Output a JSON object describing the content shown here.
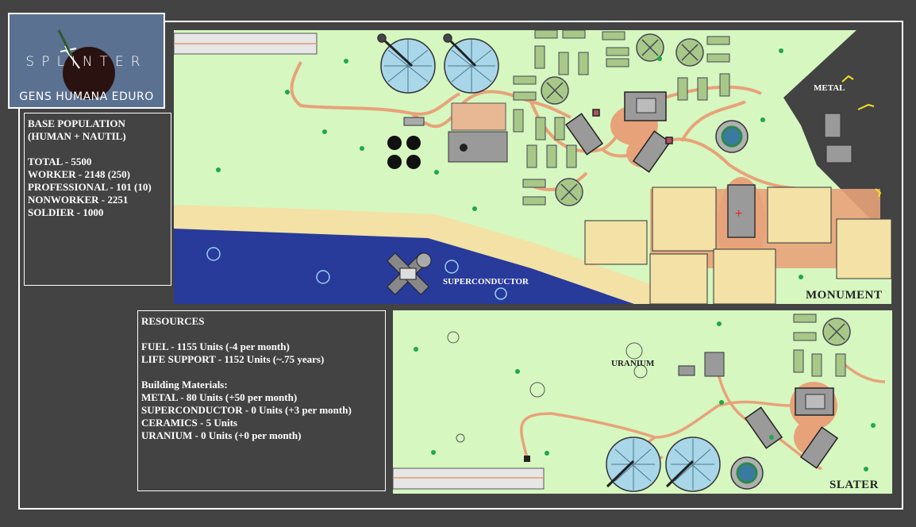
{
  "logo": {
    "title": "SPLINTER",
    "subtitle": "GENS HUMANA EDURO"
  },
  "population": {
    "heading": "BASE POPULATION",
    "subheading": "(HUMAN + NAUTIL)",
    "rows": [
      "TOTAL - 5500",
      "WORKER - 2148 (250)",
      "PROFESSIONAL - 101 (10)",
      "NONWORKER - 2251",
      "SOLDIER - 1000"
    ]
  },
  "resources": {
    "heading": "RESOURCES",
    "fuel": "FUEL - 1155 Units (-4 per month)",
    "life_support": "LIFE SUPPORT - 1152 Units (~.75 years)",
    "materials_heading": "Building Materials:",
    "materials": [
      "METAL - 80 Units (+50 per month)",
      "SUPERCONDUCTOR - 0 Units (+3 per month)",
      "CERAMICS - 5 Units",
      "URANIUM - 0 Units (+0 per month)"
    ]
  },
  "maps": {
    "monument": {
      "name": "MONUMENT",
      "labels": {
        "metal": "METAL",
        "superconductor": "SUPERCONDUCTOR"
      }
    },
    "slater": {
      "name": "SLATER",
      "labels": {
        "uranium": "URANIUM"
      }
    }
  },
  "colors": {
    "background": "#434343",
    "grass": "#d6f7c0",
    "water": "#283a9a",
    "sand": "#f3e1a6",
    "rock": "#434343",
    "path": "#e8a27a",
    "logo_bg": "#5b7191"
  }
}
